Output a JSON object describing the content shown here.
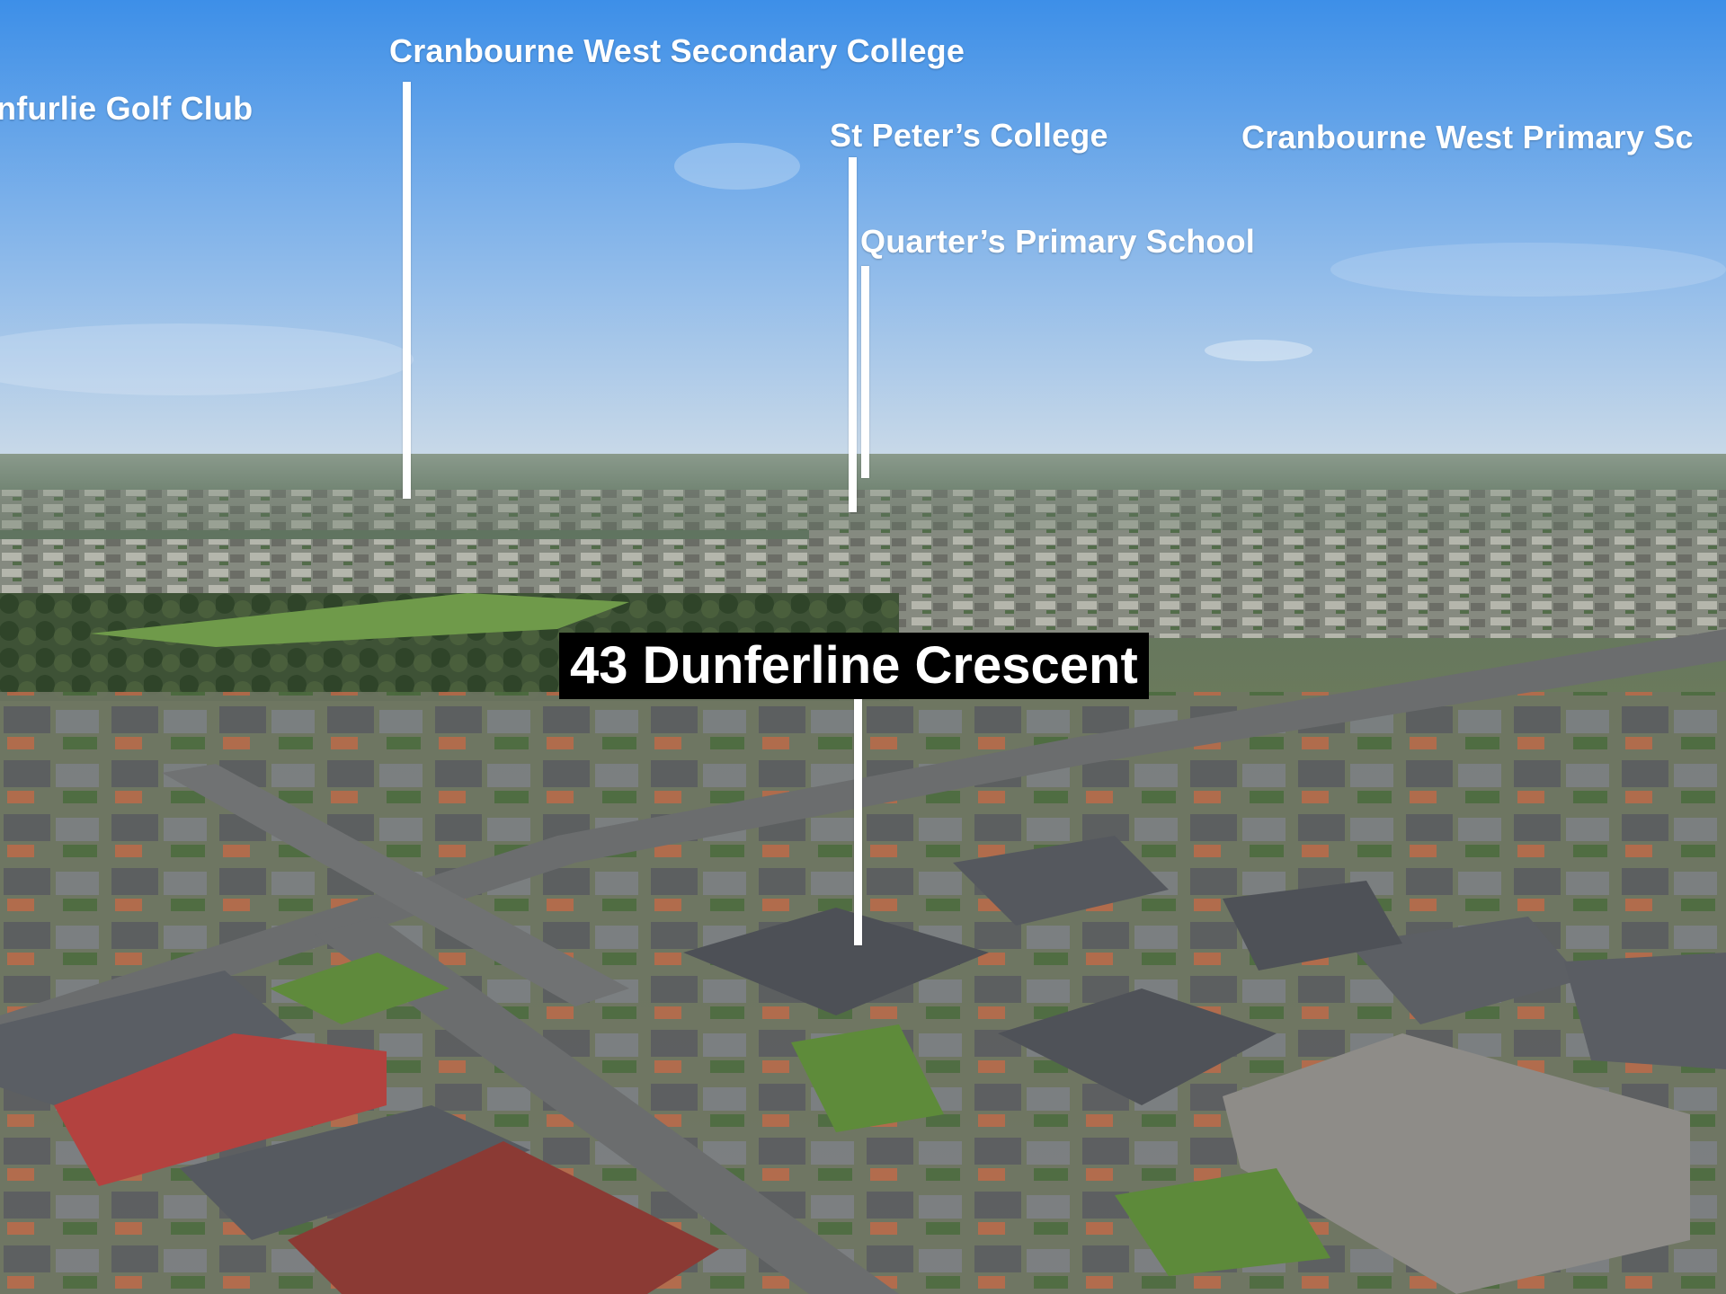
{
  "property": {
    "address": "43 Dunferline Crescent"
  },
  "points_of_interest": [
    {
      "name": "nfurlie Golf Club"
    },
    {
      "name": "Cranbourne West Secondary College"
    },
    {
      "name": "St Peter’s College"
    },
    {
      "name": "Quarter’s Primary School"
    },
    {
      "name": "Cranbourne West Primary Sc"
    }
  ],
  "colors": {
    "sky_top": "#3d8fe8",
    "sky_horizon": "#c9d9e8",
    "label_text": "#ffffff",
    "address_box": "#000000"
  }
}
